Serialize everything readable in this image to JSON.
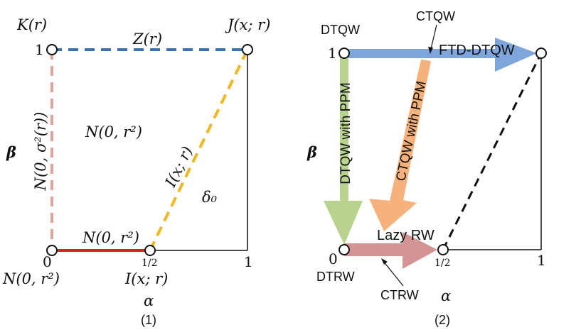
{
  "panel1": {
    "caption": "(1)",
    "axis_x_symbol": "α",
    "axis_y_symbol": "β",
    "tick_0": "0",
    "tick_1_y": "1",
    "tick_half": "1/2",
    "tick_1_x": "1",
    "corner_top_left": "K(r)",
    "corner_top_right": "J(x; r)",
    "corner_bottom_left": "N(0, r²)",
    "corner_bottom_half": "I(x; r)",
    "edge_top": "Z(r)",
    "edge_left": "N(0, σ²(r))",
    "edge_bottom": "N(0, r²)",
    "edge_diagonal": "I(x; r)",
    "region_left": "N(0, r²)",
    "region_right": "δ₀",
    "colors": {
      "top": "#3d6fb3",
      "left": "#e0a3a0",
      "bottom": "#e02020",
      "diagonal": "#f2b71f"
    }
  },
  "panel2": {
    "caption": "(2)",
    "axis_x_symbol": "α",
    "axis_y_symbol": "β",
    "tick_0": "0",
    "tick_1_y": "1",
    "tick_half": "1/2",
    "tick_1_x": "1",
    "corner_top_left": "DTQW",
    "corner_bottom_left": "DTRW",
    "label_ctqw": "CTQW",
    "label_ftd": "FTD-DTQW",
    "label_ctrw": "CTRW",
    "label_lazy": "Lazy RW",
    "arrow_green": "DTQW with PPM",
    "arrow_orange": "CTQW with PPM",
    "colors": {
      "blue_arrow": "#7ea6dc",
      "green_arrow": "#b9d38f",
      "orange_arrow": "#f6b27a",
      "red_arrow": "#d49494"
    }
  }
}
